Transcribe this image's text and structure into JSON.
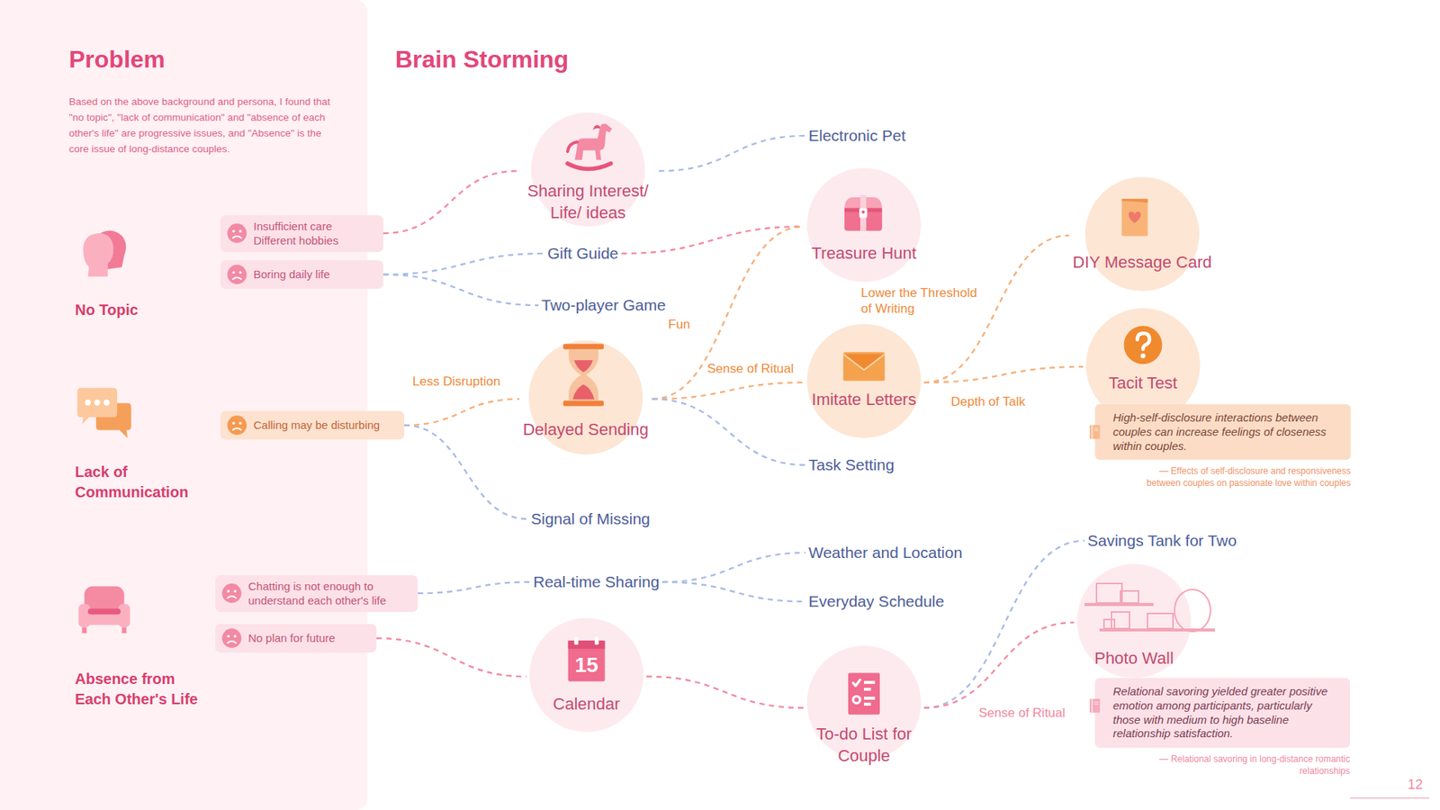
{
  "diagram": {
    "title": "Brain Storming",
    "nodes": [
      {
        "text": [
          "Problem",
          "Based on the above background and persona, I found that \"no topic\", \"lack of communication\" and \"absence of each other's life\" are progressive issues, and \"Absence\" is the core issue of long-distance couples."
        ]
      },
      {
        "text": [
          "No Topic"
        ],
        "in": 0
      },
      {
        "text": [
          "Lack of Communication"
        ],
        "in": 0
      },
      {
        "text": [
          "Absence from Each Other's Life"
        ],
        "in": 0
      },
      {
        "text": [
          "Insufficient care Different hobbies"
        ]
      },
      {
        "text": [
          "Boring daily life"
        ]
      },
      {
        "text": [
          "Calling may be disturbing"
        ]
      },
      {
        "text": [
          "Chatting is not enough to understand each other's life"
        ]
      },
      {
        "text": [
          "No plan for future"
        ]
      },
      {
        "text": [
          "Sharing Interest/ Life/ ideas"
        ]
      },
      {
        "text": [
          "Electronic Pet"
        ]
      },
      {
        "text": [
          "Gift Guide"
        ]
      },
      {
        "text": [
          "Treasure Hunt"
        ]
      },
      {
        "text": [
          "Two-player Game"
        ]
      },
      {
        "text": [
          "DIY Message Card"
        ]
      },
      {
        "text": [
          "Delayed Sending"
        ]
      },
      {
        "text": [
          "Imitate Letters"
        ]
      },
      {
        "text": [
          "Tacit Test"
        ]
      },
      {
        "text": [
          "High-self-disclosure interactions between couples can increase feelings of closeness within couples.",
          "— Effects of self-disclosure and responsiveness between couples on passionate love within couples"
        ]
      },
      {
        "text": [
          "Task Setting"
        ]
      },
      {
        "text": [
          "Signal of Missing"
        ]
      },
      {
        "text": [
          "Savings Tank for Two"
        ]
      },
      {
        "text": [
          "Real-time Sharing"
        ]
      },
      {
        "text": [
          "Weather and Location"
        ]
      },
      {
        "text": [
          "Everyday Schedule"
        ]
      },
      {
        "text": [
          "Photo Wall"
        ]
      },
      {
        "text": [
          "Calendar"
        ]
      },
      {
        "text": [
          "To-do List for Couple"
        ]
      },
      {
        "text": [
          "Relational savoring yielded greater positive emotion among participants, particularly those with medium to high baseline relationship satisfaction.",
          "— Relational savoring in long-distance romantic relationships"
        ]
      }
    ],
    "edges": [
      {
        "from": 4,
        "to": 9,
        "arrow": "none"
      },
      {
        "from": 5,
        "to": 11,
        "arrow": "none"
      },
      {
        "from": 5,
        "to": 13,
        "arrow": "none"
      },
      {
        "from": 9,
        "to": 10,
        "arrow": "none"
      },
      {
        "from": 11,
        "to": 12,
        "arrow": "none"
      },
      {
        "from": 6,
        "to": 15,
        "label": "Less Disruption",
        "arrow": "none"
      },
      {
        "from": 6,
        "to": 20,
        "arrow": "none"
      },
      {
        "from": 15,
        "to": 12,
        "label": "Fun",
        "arrow": "none"
      },
      {
        "from": 15,
        "to": 16,
        "label": "Sense of Ritual",
        "arrow": "none"
      },
      {
        "from": 15,
        "to": 19,
        "arrow": "none"
      },
      {
        "from": 16,
        "to": 14,
        "label": "Lower the Threshold of Writing",
        "arrow": "none"
      },
      {
        "from": 16,
        "to": 17,
        "label": "Depth of Talk",
        "arrow": "none"
      },
      {
        "from": 7,
        "to": 22,
        "arrow": "none"
      },
      {
        "from": 22,
        "to": 23,
        "arrow": "none"
      },
      {
        "from": 22,
        "to": 24,
        "arrow": "none"
      },
      {
        "from": 8,
        "to": 26,
        "arrow": "none"
      },
      {
        "from": 26,
        "to": 27,
        "arrow": "none"
      },
      {
        "from": 27,
        "to": 21,
        "arrow": "none"
      },
      {
        "from": 27,
        "to": 25,
        "label": "Sense of Ritual",
        "arrow": "none"
      }
    ],
    "labels": [
      "15",
      "12"
    ]
  }
}
